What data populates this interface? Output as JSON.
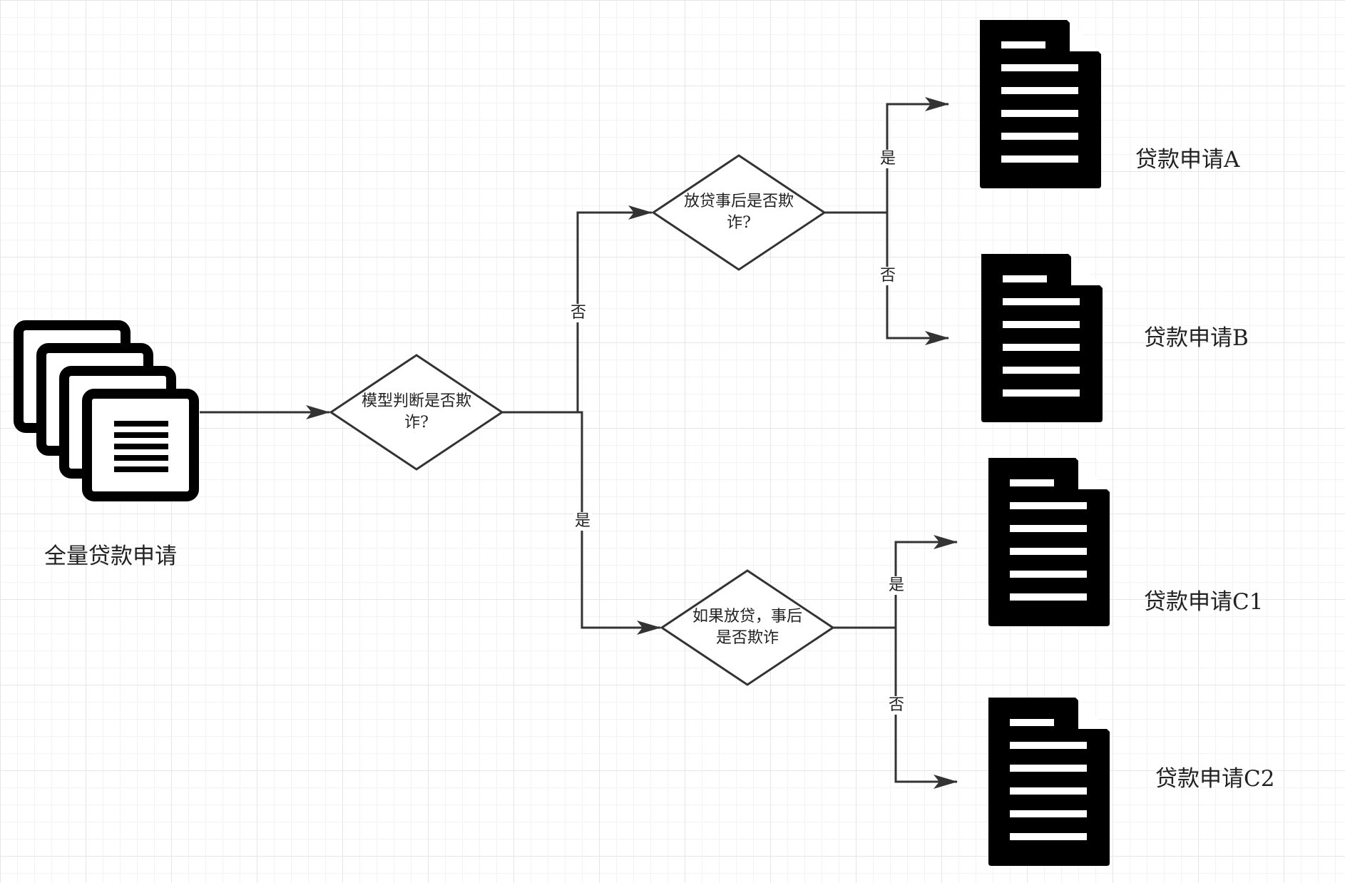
{
  "nodes": {
    "source": {
      "label": "全量贷款申请"
    },
    "decision_model": {
      "label": "模型判断是否欺\n诈?"
    },
    "decision_top": {
      "label": "放贷事后是否欺\n诈?"
    },
    "decision_bottom": {
      "label": "如果放贷，事后\n是否欺诈"
    },
    "doc_a": {
      "label": "贷款申请A"
    },
    "doc_b": {
      "label": "贷款申请B"
    },
    "doc_c1": {
      "label": "贷款申请C1"
    },
    "doc_c2": {
      "label": "贷款申请C2"
    }
  },
  "edges": {
    "model_no": "否",
    "model_yes": "是",
    "top_yes": "是",
    "top_no": "否",
    "bottom_yes": "是",
    "bottom_no": "否"
  },
  "colors": {
    "line": "#333333",
    "icon": "#000000",
    "grid": "#e6e6e6"
  }
}
